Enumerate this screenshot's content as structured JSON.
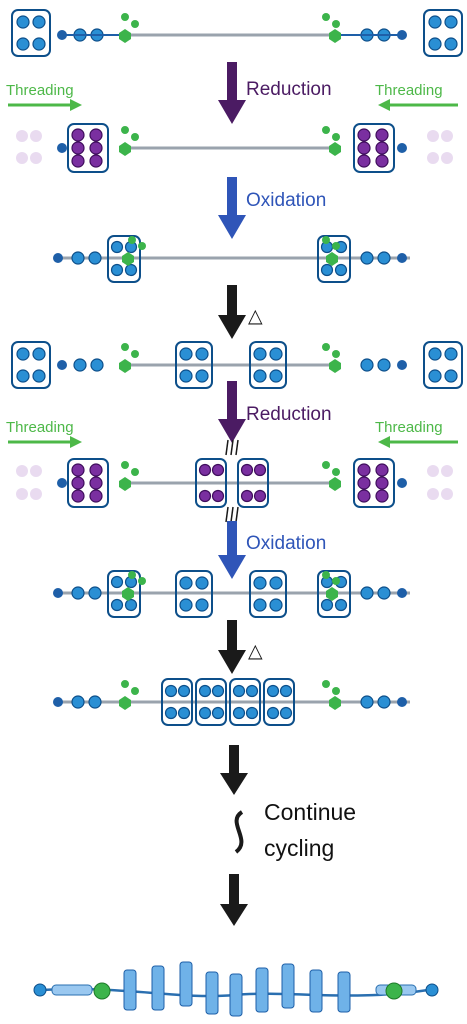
{
  "steps": {
    "reduction_1": "Reduction",
    "oxidation_1": "Oxidation",
    "heat_1": "△",
    "reduction_2": "Reduction",
    "oxidation_2": "Oxidation",
    "heat_2": "△",
    "continue_line1": "Continue",
    "continue_line2": "cycling"
  },
  "threading": {
    "left_1": "Threading",
    "right_1": "Threading",
    "left_2": "Threading",
    "right_2": "Threading"
  },
  "colors": {
    "reduction": "#4b1b63",
    "oxidation": "#2f55b8",
    "heat": "#1a1a1a",
    "threading": "#4db848",
    "ring_blue": "#2a8fd4",
    "ring_purple": "#7a2fa0",
    "stopper_green": "#3cb44b",
    "axle": "#9aa3ad"
  },
  "icons": {
    "heat": "triangle-icon",
    "continue": "tilde-icon"
  }
}
